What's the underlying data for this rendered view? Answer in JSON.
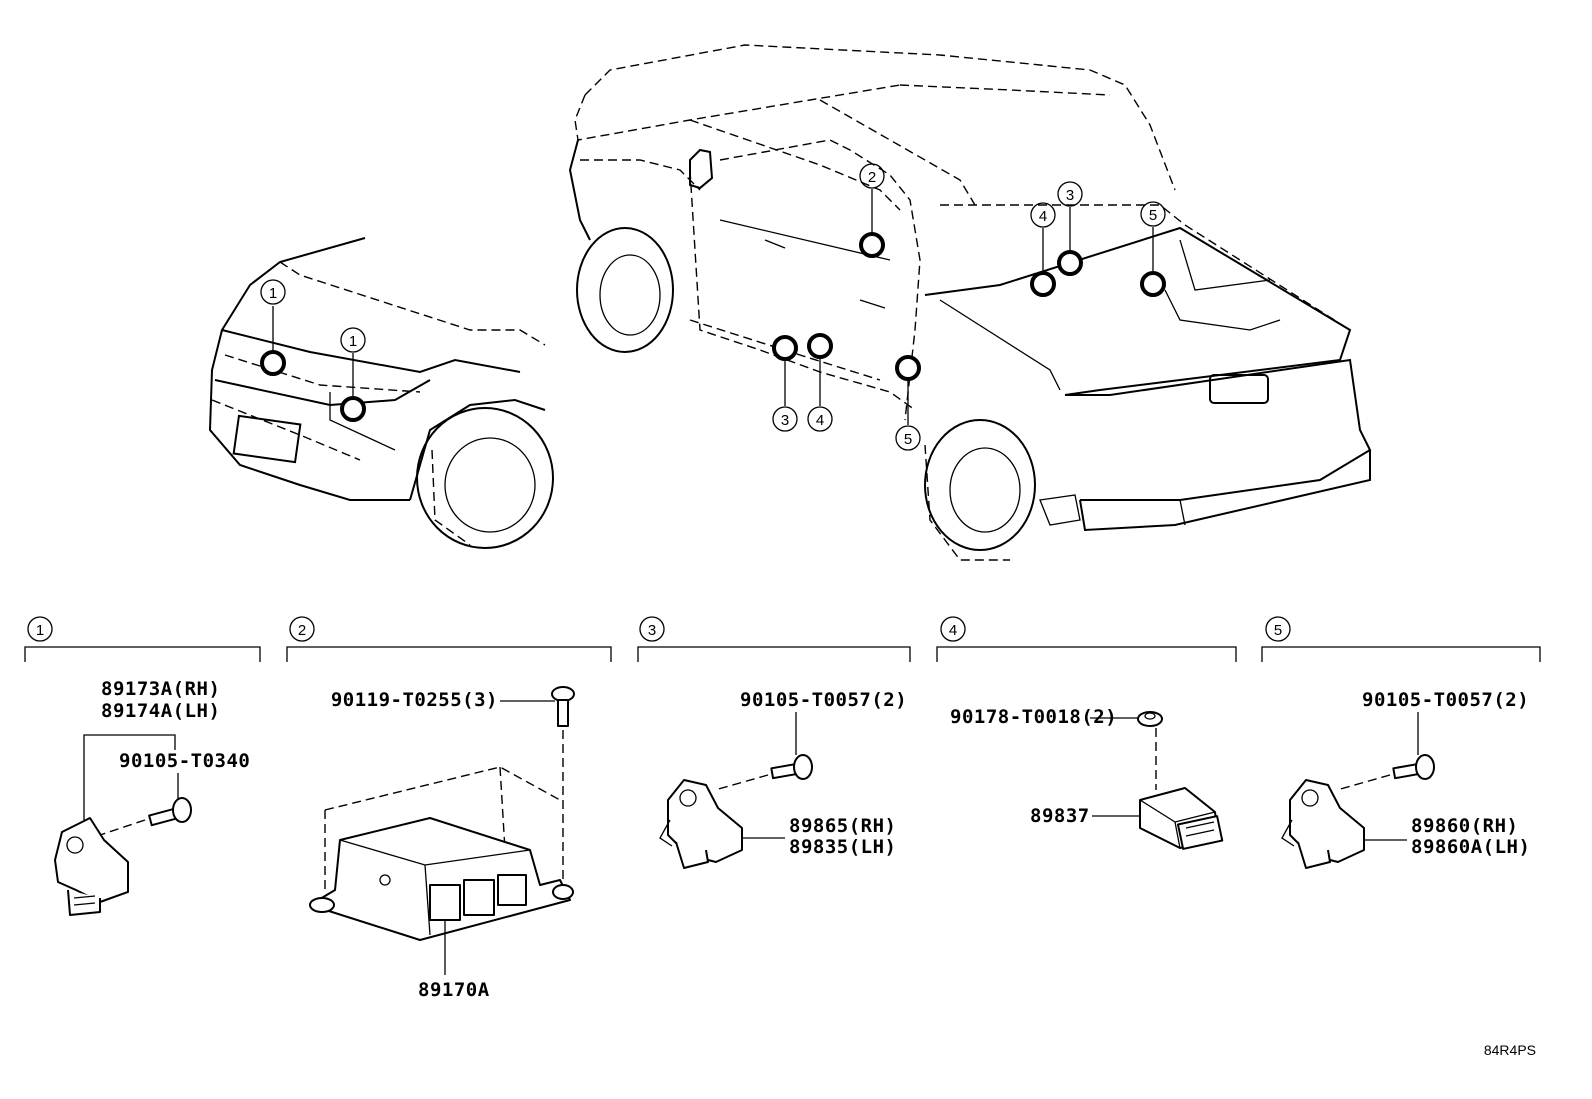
{
  "sections": [
    {
      "number": "1",
      "callout": {
        "part": "90105-T0340"
      },
      "labels": [
        "89173A(RH)",
        "89174A(LH)"
      ]
    },
    {
      "number": "2",
      "callout": {
        "part": "90119-T0255(3)"
      },
      "labels": [
        "89170A"
      ]
    },
    {
      "number": "3",
      "callout": {
        "part": "90105-T0057(2)"
      },
      "labels": [
        "89865(RH)",
        "89835(LH)"
      ]
    },
    {
      "number": "4",
      "callout": {
        "part": "90178-T0018(2)"
      },
      "labels": [
        "89837"
      ]
    },
    {
      "number": "5",
      "callout": {
        "part": "90105-T0057(2)"
      },
      "labels": [
        "89860(RH)",
        "89860A(LH)"
      ]
    }
  ],
  "vehicle_markers": [
    "1",
    "1",
    "2",
    "3",
    "4",
    "5",
    "3",
    "4",
    "5"
  ],
  "reference_code": "84R4PS"
}
